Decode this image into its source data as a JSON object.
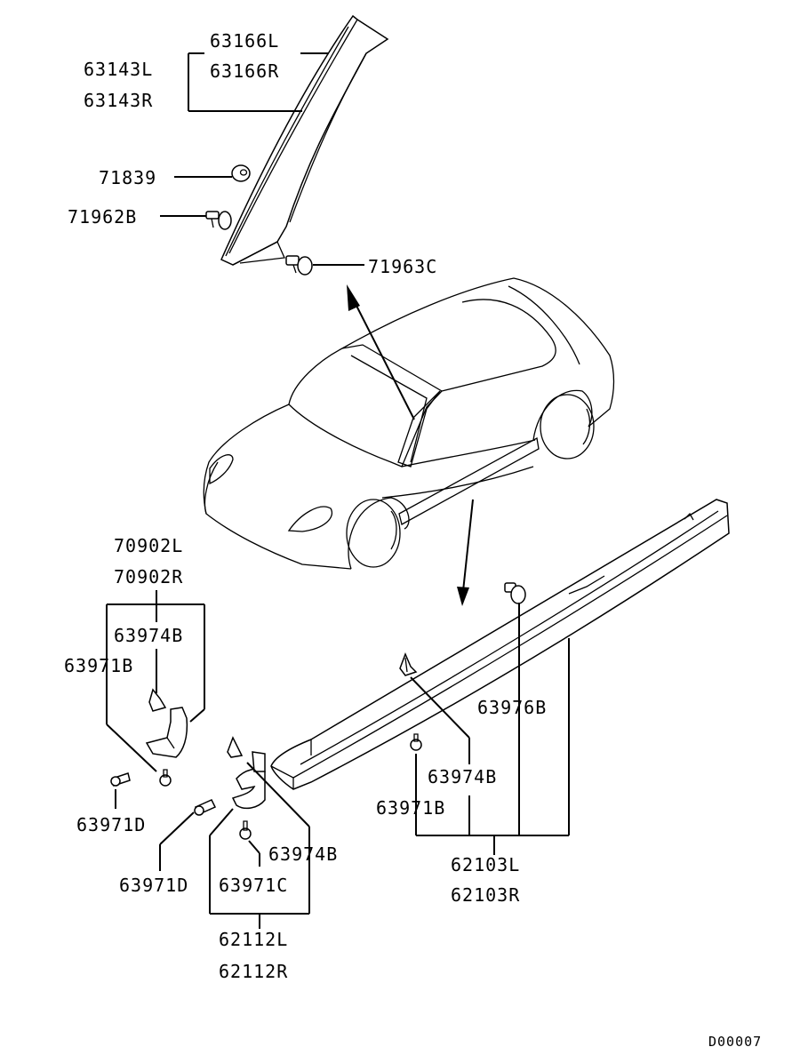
{
  "callouts": {
    "a_pillar_molding_l": "63166L",
    "a_pillar_molding_r": "63166R",
    "a_pillar_assy_l": "63143L",
    "a_pillar_assy_r": "63143R",
    "clip_71839": "71839",
    "clip_71962b": "71962B",
    "clip_71963c": "71963C",
    "mudguard_l": "70902L",
    "mudguard_r": "70902R",
    "clip_63974b_left": "63974B",
    "screw_63971b_left": "63971B",
    "screw_63971d_left": "63971D",
    "screw_63971d_mid": "63971D",
    "screw_63971c": "63971C",
    "clip_63974b_mid": "63974B",
    "bracket_l": "62112L",
    "bracket_r": "62112R",
    "clip_63976b": "63976B",
    "clip_63974b_right": "63974B",
    "screw_63971b_right": "63971B",
    "side_sill_l": "62103L",
    "side_sill_r": "62103R"
  },
  "diagram_code": "D00007"
}
